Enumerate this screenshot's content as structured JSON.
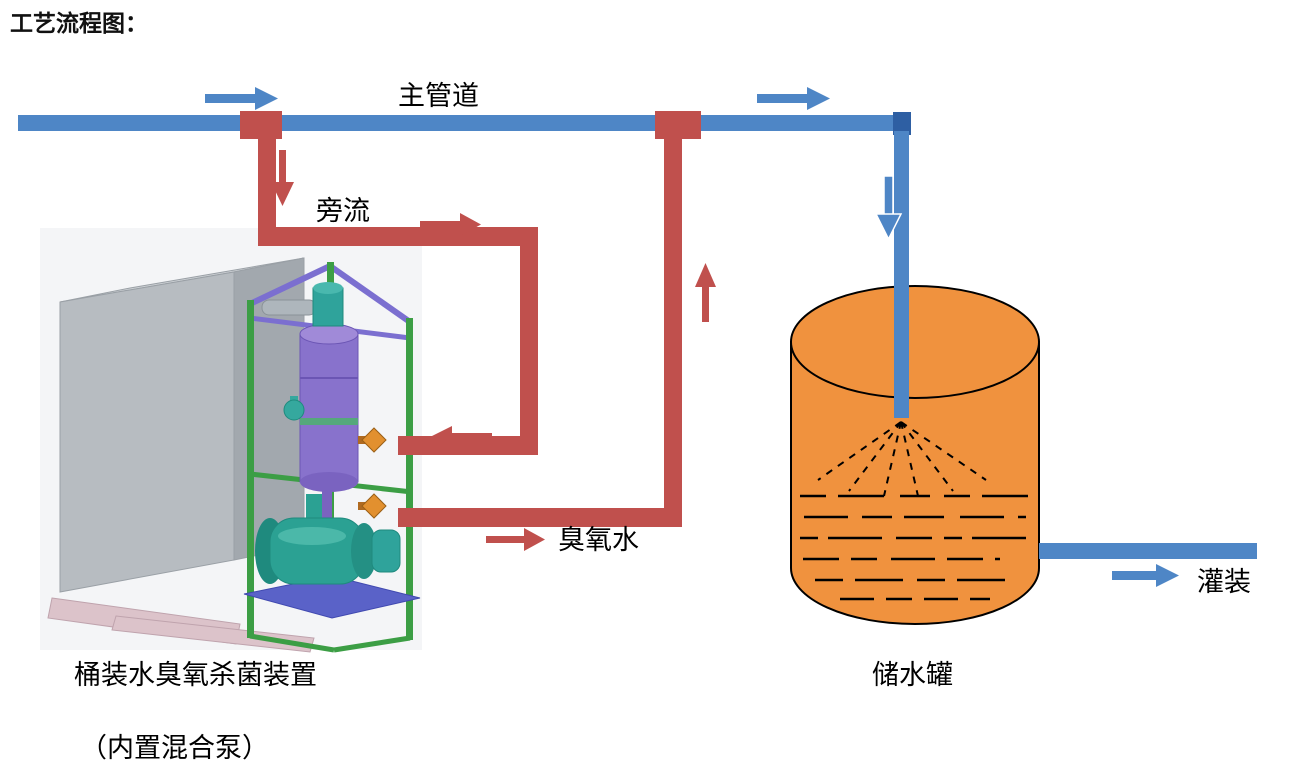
{
  "title": "工艺流程图：",
  "diagram": {
    "main_pipe_label": "主管道",
    "bypass_label": "旁流",
    "ozone_water_label": "臭氧水",
    "filling_label": "灌装",
    "tank_label": "储水罐",
    "device_label": "桶装水臭氧杀菌装置",
    "device_sublabel": "（内置混合泵）"
  },
  "colors": {
    "pipe_blue": "#4e86c6",
    "pipe_blue_dark": "#2e5fa3",
    "pipe_red": "#c0504d",
    "tank_orange": "#f0923e"
  }
}
